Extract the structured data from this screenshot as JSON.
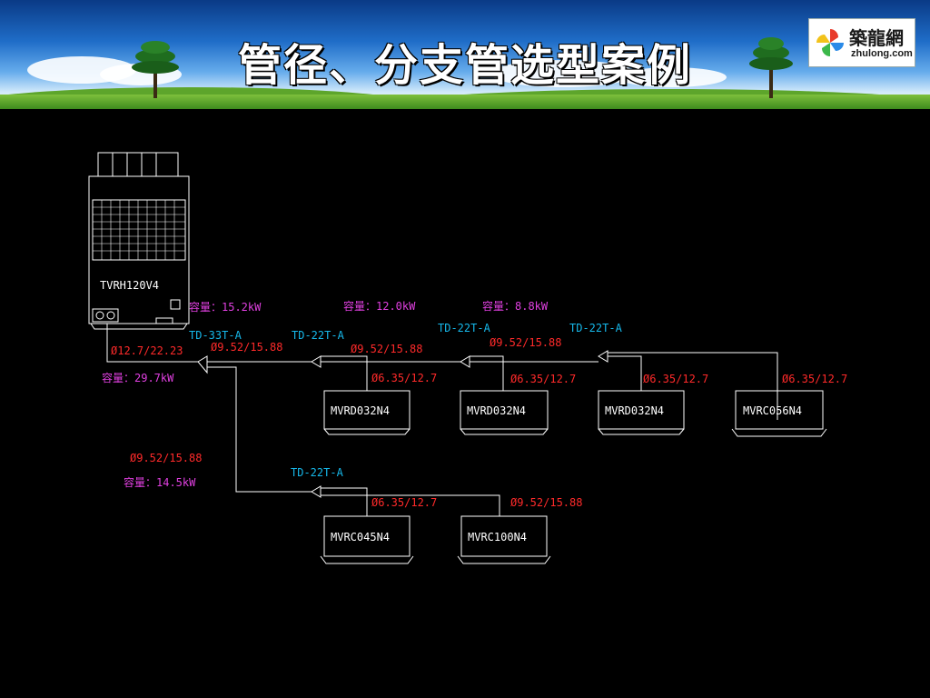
{
  "slide": {
    "title": "管径、分支管选型案例",
    "logo": {
      "cn": "築龍網",
      "en": "zhulong.com"
    }
  },
  "outdoor_unit": {
    "model": "TVRH120V4",
    "capacity": "容量：29.7kW",
    "main_pipe": "Ø12.7/22.23"
  },
  "capacities": {
    "after_td33": "容量：15.2kW",
    "after_second": "容量：12.0kW",
    "after_third": "容量：8.8kW",
    "lower_branch": "容量：14.5kW"
  },
  "branch_tags": {
    "td33": "TD-33T-A",
    "b1": "TD-22T-A",
    "b2": "TD-22T-A",
    "b3": "TD-22T-A",
    "b4": "TD-22T-A"
  },
  "pipes": {
    "upper_seg1": "Ø9.52/15.88",
    "upper_seg2": "Ø9.52/15.88",
    "upper_seg3": "Ø9.52/15.88",
    "lower_main": "Ø9.52/15.88",
    "iu1": "Ø6.35/12.7",
    "iu2": "Ø6.35/12.7",
    "iu3": "Ø6.35/12.7",
    "iu4": "Ø6.35/12.7",
    "iu5": "Ø6.35/12.7",
    "iu6": "Ø9.52/15.88"
  },
  "indoor_units": {
    "u1": "MVRD032N4",
    "u2": "MVRD032N4",
    "u3": "MVRD032N4",
    "u4": "MVRC056N4",
    "u5": "MVRC045N4",
    "u6": "MVRC100N4"
  },
  "colors": {
    "capacity_text": "#e040e0",
    "pipe_text": "#ff2a2a",
    "branch_tag_text": "#16b8ea",
    "line": "#ffffff",
    "background": "#000000"
  }
}
